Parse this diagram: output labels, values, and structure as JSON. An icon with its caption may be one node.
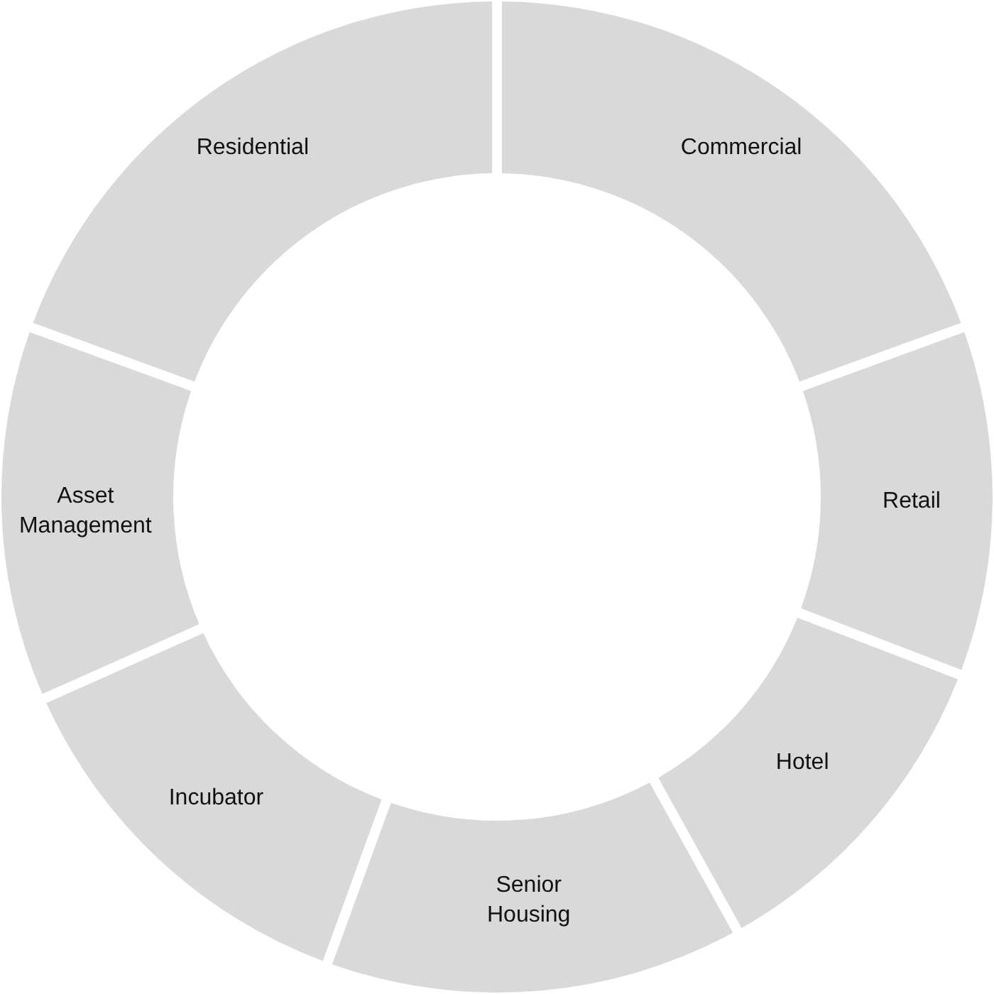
{
  "diagram": {
    "nodes": [
      {
        "text": [
          "Commercial"
        ]
      },
      {
        "text": [
          "Retail"
        ]
      },
      {
        "text": [
          "Hotel"
        ]
      },
      {
        "text": [
          "Senior Housing"
        ]
      },
      {
        "text": [
          "Incubator"
        ]
      },
      {
        "text": [
          "Asset Management"
        ]
      },
      {
        "text": [
          "Residential"
        ]
      }
    ]
  }
}
